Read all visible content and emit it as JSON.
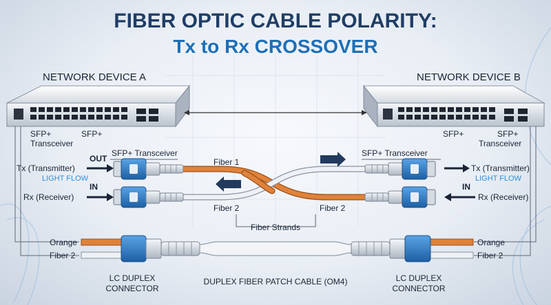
{
  "title_line1": "FIBER OPTIC CABLE POLARITY:",
  "title_line2": "Tx to Rx CROSSOVER",
  "device_a": {
    "name": "NETWORK DEVICE A",
    "port_label_1": "SFP+",
    "port_label_1b": "Transceiver",
    "port_label_2": "SFP+",
    "transceiver_label": "SFP+ Transceiver",
    "out_label": "OUT",
    "in_label": "IN",
    "tx_label": "Tx (Transmitter)",
    "light_flow": "LIGHT FLOW",
    "rx_label": "Rx (Receiver)",
    "legend_orange": "Orange",
    "legend_fiber2": "Fiber 2",
    "connector_label_1": "LC DUPLEX",
    "connector_label_2": "CONNECTOR"
  },
  "device_b": {
    "name": "NETWORK DEVICE B",
    "port_label_1": "SFP+",
    "port_label_2": "SFP+",
    "port_label_2b": "Transceiver",
    "transceiver_label": "SFP+ Transceiver",
    "in_label": "IN",
    "tx_label": "Tx (Transmitter)",
    "light_flow": "LIGHT FLOW",
    "rx_label": "Rx (Receiver)",
    "legend_orange": "Orange",
    "legend_fiber2": "Fiber 2",
    "connector_label_1": "LC DUPLEX",
    "connector_label_2": "CONNECTOR"
  },
  "fiber_1_label": "Fiber 1",
  "fiber_2_label_left": "Fiber 2",
  "fiber_2_label_right": "Fiber 2",
  "fiber_strands_label": "Fiber Strands",
  "patch_cable_label": "DUPLEX FIBER PATCH CABLE (OM4)",
  "colors": {
    "title": "#1f3e66",
    "subtitle": "#1d6fb8",
    "orange_fiber": "#e0823a",
    "white_fiber": "#e6e9ee",
    "connector_blue": "#2b79c2",
    "arrow": "#223a5e",
    "light_flow": "#2e8fd8"
  },
  "icons": [
    "arrow-right-icon",
    "arrow-left-icon",
    "double-arrow-icon"
  ]
}
